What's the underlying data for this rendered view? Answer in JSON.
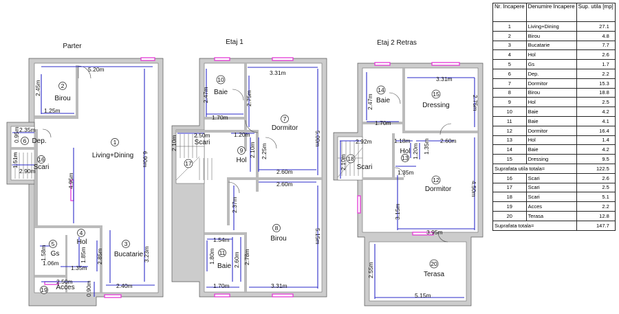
{
  "floors": [
    {
      "title": "Parter"
    },
    {
      "title": "Etaj 1"
    },
    {
      "title": "Etaj 2 Retras"
    }
  ],
  "rooms": {
    "parter": [
      {
        "num": "1",
        "name": "Living+Dining"
      },
      {
        "num": "2",
        "name": "Birou"
      },
      {
        "num": "3",
        "name": "Bucatarie"
      },
      {
        "num": "4",
        "name": "Hol"
      },
      {
        "num": "5",
        "name": "Gs"
      },
      {
        "num": "6",
        "name": "Dep."
      },
      {
        "num": "16",
        "name": "Scari"
      },
      {
        "num": "19",
        "name": "Acces"
      }
    ],
    "etaj1": [
      {
        "num": "10",
        "name": "Baie"
      },
      {
        "num": "7",
        "name": "Dormitor"
      },
      {
        "num": "9",
        "name": "Hol"
      },
      {
        "num": "8",
        "name": "Birou"
      },
      {
        "num": "11",
        "name": "Baie"
      },
      {
        "num": "17",
        "name": "Scari"
      }
    ],
    "etaj2": [
      {
        "num": "14",
        "name": "Baie"
      },
      {
        "num": "15",
        "name": "Dressing"
      },
      {
        "num": "13",
        "name": "Hol"
      },
      {
        "num": "12",
        "name": "Dormitor"
      },
      {
        "num": "18",
        "name": "Scari"
      },
      {
        "num": "20",
        "name": "Terasa"
      }
    ]
  },
  "dimensions": {
    "parter": [
      "5.20m",
      "2.45m",
      "1.25m",
      "6.90m",
      "2.35m",
      "0.95m",
      "1.51m",
      "2.90m",
      "4.95m",
      "1.58m",
      "1.06m",
      "1.35m",
      "2.85m",
      "1.85m",
      "3.23m",
      "2.50m",
      "2.40m",
      "0.90m"
    ],
    "etaj1": [
      "3.31m",
      "2.47m",
      "1.70m",
      "2.75m",
      "5.00m",
      "2.50m",
      "1.20m",
      "2.10m",
      "2.25m",
      "2.10m",
      "2.60m",
      "2.60m",
      "2.37m",
      "5.15m",
      "1.54m",
      "1.80m",
      "2.60m",
      "2.78m",
      "1.70m",
      "3.31m"
    ],
    "etaj2": [
      "3.31m",
      "2.47m",
      "2.75m",
      "1.70m",
      "2.92m",
      "1.18m",
      "2.60m",
      "1.20m",
      "1.35m",
      "2.10m",
      "1.35m",
      "4.50m",
      "3.15m",
      "3.95m",
      "2.55m",
      "5.15m"
    ]
  },
  "table": {
    "headers": {
      "nr": "Nr. Incapere",
      "name": "Denumire Incapere",
      "area": "Sup. utila [mp]"
    },
    "rows": [
      {
        "nr": "1",
        "name": "Living+Dining",
        "area": "27.1"
      },
      {
        "nr": "2",
        "name": "Birou",
        "area": "4.8"
      },
      {
        "nr": "3",
        "name": "Bucatarie",
        "area": "7.7"
      },
      {
        "nr": "4",
        "name": "Hol",
        "area": "2.6"
      },
      {
        "nr": "5",
        "name": "Gs",
        "area": "1.7"
      },
      {
        "nr": "6",
        "name": "Dep.",
        "area": "2.2"
      },
      {
        "nr": "7",
        "name": "Dormitor",
        "area": "15.3"
      },
      {
        "nr": "8",
        "name": "Birou",
        "area": "18.8"
      },
      {
        "nr": "9",
        "name": "Hol",
        "area": "2.5"
      },
      {
        "nr": "10",
        "name": "Baie",
        "area": "4.2"
      },
      {
        "nr": "11",
        "name": "Baie",
        "area": "4.1"
      },
      {
        "nr": "12",
        "name": "Dormitor",
        "area": "16.4"
      },
      {
        "nr": "13",
        "name": "Hol",
        "area": "1.4"
      },
      {
        "nr": "14",
        "name": "Baie",
        "area": "4.2"
      },
      {
        "nr": "15",
        "name": "Dressing",
        "area": "9.5"
      }
    ],
    "subtotal": {
      "label": "Suprafata utila totala=",
      "value": "122.5"
    },
    "rows2": [
      {
        "nr": "16",
        "name": "Scari",
        "area": "2.6"
      },
      {
        "nr": "17",
        "name": "Scari",
        "area": "2.5"
      },
      {
        "nr": "18",
        "name": "Scari",
        "area": "5.1"
      },
      {
        "nr": "19",
        "name": "Acces",
        "area": "2.2"
      },
      {
        "nr": "20",
        "name": "Terasa",
        "area": "12.8"
      }
    ],
    "total": {
      "label": "Suprafata totala=",
      "value": "147.7"
    }
  },
  "colors": {
    "wall": "#c9c9c9",
    "dimension": "#2a2ac8",
    "window": "#e33ad6",
    "line": "#333333"
  }
}
